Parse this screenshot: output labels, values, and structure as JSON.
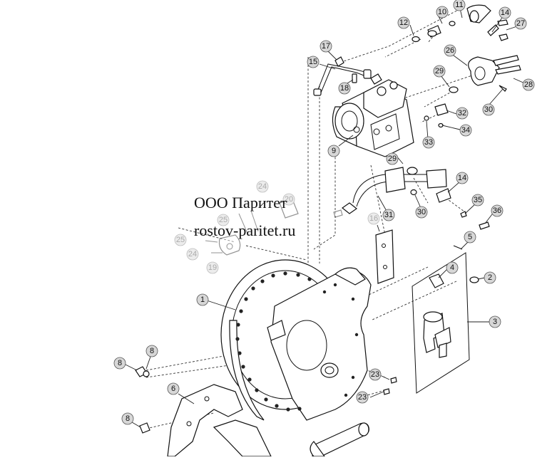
{
  "watermark": {
    "company": "ООО Паритет",
    "site": "rostov-paritet.ru"
  },
  "callouts": {
    "c1": "1",
    "c2": "2",
    "c3": "3",
    "c4": "4",
    "c5": "5",
    "c6": "6",
    "c8a": "8",
    "c8b": "8",
    "c8c": "8",
    "c9": "9",
    "c10": "10",
    "c11": "11",
    "c12": "12",
    "c14a": "14",
    "c14b": "14",
    "c15": "15",
    "c16": "16",
    "c17": "17",
    "c18": "18",
    "c19": "19",
    "c20": "20",
    "c23a": "23",
    "c23b": "23",
    "c24a": "24",
    "c24b": "24",
    "c25a": "25",
    "c25b": "25",
    "c26": "26",
    "c27": "27",
    "c28": "28",
    "c29a": "29",
    "c29b": "29",
    "c30a": "30",
    "c30b": "30",
    "c31": "31",
    "c32": "32",
    "c33": "33",
    "c34": "34",
    "c35": "35",
    "c36": "36"
  },
  "colors": {
    "callout_fill": "#d7d7d7",
    "line": "#111111"
  }
}
